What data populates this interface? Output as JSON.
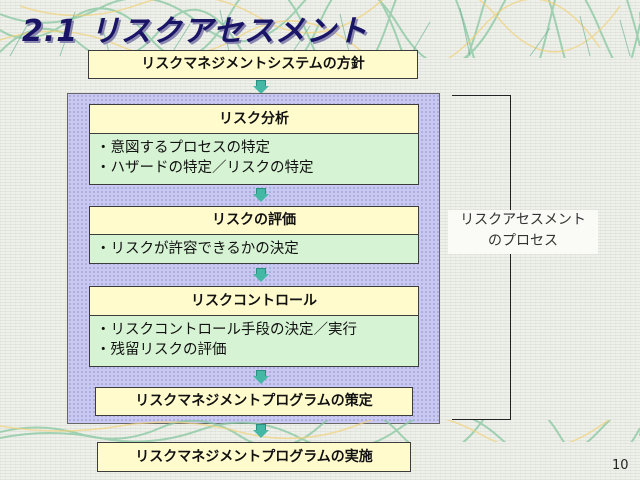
{
  "title": "2.1 リスクアセスメント",
  "policy": "リスクマネジメントシステムの方針",
  "sections": [
    {
      "header": "リスク分析",
      "items": [
        "・意図するプロセスの特定",
        "・ハザードの特定／リスクの特定"
      ]
    },
    {
      "header": "リスクの評価",
      "items": [
        "・リスクが許容できるかの決定"
      ]
    },
    {
      "header": "リスクコントロール",
      "items": [
        "・リスクコントロール手段の決定／実行",
        "・残留リスクの評価"
      ]
    }
  ],
  "program": "リスクマネジメントプログラムの策定",
  "implementation": "リスクマネジメントプログラムの実施",
  "bracket_label": [
    "リスクアセスメント",
    "のプロセス"
  ],
  "page_number": "10",
  "colors": {
    "title": "#1a1466",
    "header_fill": "#fffbcc",
    "detail_fill": "#d6f3d3",
    "panel_fill": "#c8c8f2",
    "arrow": "#45b7a5"
  }
}
